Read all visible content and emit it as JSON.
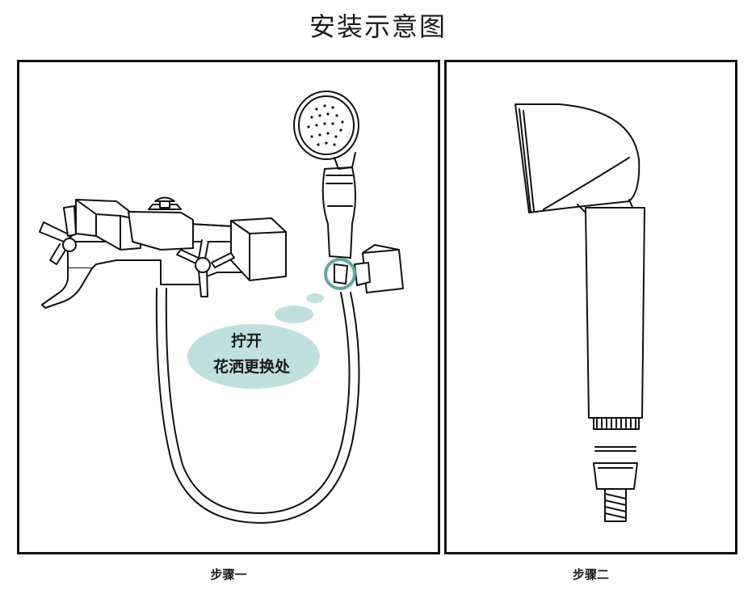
{
  "title": "安装示意图",
  "step1": {
    "caption": "步骤一",
    "callout_line1": "拧开",
    "callout_line2": "花洒更换处"
  },
  "step2": {
    "caption": "步骤二"
  },
  "colors": {
    "outline": "#111111",
    "callout_fill": "#bfe0df",
    "highlight_ring": "#5fa7a3"
  }
}
